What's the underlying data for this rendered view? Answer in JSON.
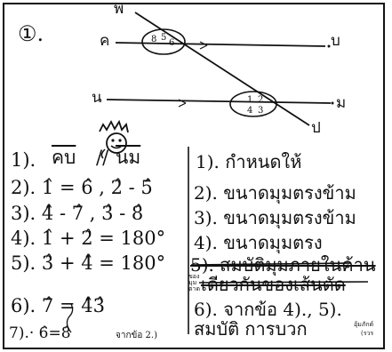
{
  "header": {
    "problem_number": "①."
  },
  "figure": {
    "labels": {
      "top": "พ",
      "left_upper": "ค",
      "right_upper": "บ",
      "left_lower": "น",
      "right_lower": "ม",
      "bottom": "ป"
    },
    "upper_angles": {
      "a1": "8",
      "a2": "5",
      "a3": "6"
    },
    "lower_angles": {
      "b1": "1",
      "b2": "2",
      "b3": "4",
      "b4": "3"
    }
  },
  "left_column": {
    "title_a": "คบ",
    "title_sep": "//",
    "title_b": "นม",
    "rows": [
      "1).",
      "2).  1̂ = 6̂  ,  2̂ - 5̂",
      "3).  4̂ - 7̂ ,  3̂ - 8̂",
      "4).  1̂ + 2̂  =  180°",
      "5).  3̂ + 4̂  =  180°",
      "6).  7̂ = 4̂3̂",
      "7).·   6̂=8̂"
    ],
    "bottom_note": "จากข้อ 2.)"
  },
  "right_column": {
    "rows": [
      "1). กำหนดให้",
      "2). ขนาดมุมตรงข้าม",
      "3). ขนาดมุมตรงข้าม",
      "4). ขนาดมุมตรง",
      "5). สมบัติมุมภายในค้าน",
      "เดียวกันของเส้นตัด",
      "6). จากข้อ 4)., 5).",
      "สมบัติ การบวก"
    ],
    "margin_note": "ของมุม ตาด",
    "corner_note": "อุ้มภักด์",
    "corner_note2": "(รวร"
  }
}
